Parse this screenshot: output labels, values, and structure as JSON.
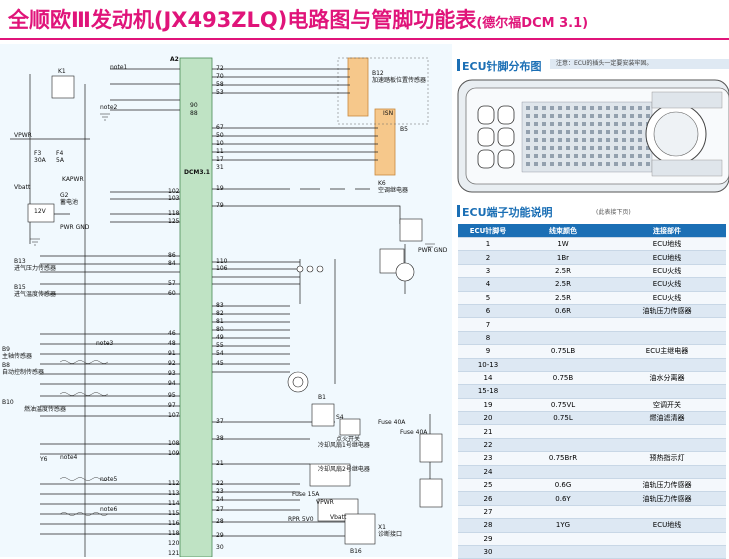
{
  "title": {
    "main": "全顺欧Ⅲ发动机(JX493ZLQ)电路图与管脚功能表",
    "sub": "(德尔福DCM 3.1)"
  },
  "diagram": {
    "labels": {
      "ecu_code": "A2",
      "ecu_name": "DCM3.1",
      "k1": "K1",
      "vpwr": "VPWR",
      "f3": "F3",
      "f3a": "30A",
      "f4": "F4",
      "f4a": "5A",
      "vbatt": "Vbatt",
      "kapwr": "KAPWR",
      "g2": "G2",
      "g2n": "蓄电池",
      "v12": "12V",
      "pwrgnd": "PWR GND",
      "pwrgnd2": "PWR GND",
      "b12": "B12",
      "b12n": "加速踏板位置传感器",
      "b5": "B5",
      "isn": "ISN",
      "k6": "K6",
      "k6n": "空调继电器",
      "b13": "B13",
      "b13n": "进气压力传感器",
      "b15": "B15",
      "b15n": "进气温度传感器",
      "b9": "B9",
      "b9n": "主轴传感器",
      "b8": "B8",
      "b8n": "自动控制传感器",
      "b10": "B10",
      "b10n": "燃油温度传感器",
      "y6": "Y6",
      "b1": "B1",
      "s4": "S4",
      "s4n": "点火开关",
      "x1": "X1",
      "x1n": "诊断接口",
      "fuse1": "Fuse 40A",
      "fuse2": "Fuse 40A",
      "fuse3": "Fuse 15A",
      "preheat": "冷却风扇1号继电器",
      "preheat2": "冷却风扇2号继电器",
      "rpr": "RPR 5V0",
      "vpwr2": "VPWR",
      "vbatt2": "Vbatt",
      "b16": "B16",
      "n1": "note1",
      "n2": "note2",
      "n3": "note3",
      "n4": "note4",
      "n5": "note5",
      "n6": "note6"
    },
    "left_pins": [
      "72",
      "70",
      "58",
      "53",
      "90",
      "88",
      "67",
      "50",
      "10",
      "11",
      "17",
      "31",
      "19",
      "79",
      "102",
      "103",
      "118",
      "125",
      "110",
      "106",
      "86",
      "84",
      "57",
      "60",
      "46",
      "48",
      "91",
      "92",
      "93",
      "94",
      "95",
      "97",
      "107",
      "108",
      "109",
      "37",
      "38",
      "112",
      "113",
      "114",
      "115",
      "116",
      "118",
      "120",
      "121"
    ],
    "right_pins": [
      "83",
      "82",
      "81",
      "80",
      "49",
      "55",
      "54",
      "45",
      "21",
      "22",
      "23",
      "24",
      "27",
      "28",
      "29",
      "30"
    ]
  },
  "ecu_connector": {
    "heading": "ECU针脚分布图",
    "note": "注意：ECU的插头一定要安装牢固。"
  },
  "pin_table": {
    "heading": "ECU端子功能说明",
    "heading_note": "(此表接下页)",
    "headers": [
      "ECU针脚号",
      "线束颜色",
      "连接部件"
    ],
    "rows": [
      [
        "1",
        "1W",
        "ECU地线"
      ],
      [
        "2",
        "1Br",
        "ECU地线"
      ],
      [
        "3",
        "2.5R",
        "ECU火线"
      ],
      [
        "4",
        "2.5R",
        "ECU火线"
      ],
      [
        "5",
        "2.5R",
        "ECU火线"
      ],
      [
        "6",
        "0.6R",
        "油轨压力传感器"
      ],
      [
        "7",
        "",
        ""
      ],
      [
        "8",
        "",
        ""
      ],
      [
        "9",
        "0.75LB",
        "ECU主继电器"
      ],
      [
        "10-13",
        "",
        ""
      ],
      [
        "14",
        "0.75B",
        "油水分离器"
      ],
      [
        "15-18",
        "",
        ""
      ],
      [
        "19",
        "0.75VL",
        "空调开关"
      ],
      [
        "20",
        "0.75L",
        "燃油滤清器"
      ],
      [
        "21",
        "",
        ""
      ],
      [
        "22",
        "",
        ""
      ],
      [
        "23",
        "0.75BrR",
        "预热指示灯"
      ],
      [
        "24",
        "",
        ""
      ],
      [
        "25",
        "0.6G",
        "油轨压力传感器"
      ],
      [
        "26",
        "0.6Y",
        "油轨压力传感器"
      ],
      [
        "27",
        "",
        ""
      ],
      [
        "28",
        "1YG",
        "ECU地线"
      ],
      [
        "29",
        "",
        ""
      ],
      [
        "30",
        "",
        ""
      ]
    ]
  },
  "colors": {
    "title": "#e0147a",
    "accent": "#1b6fb5",
    "ecu_bar": "#bfe3c4",
    "highlight": "#f6c88b"
  }
}
